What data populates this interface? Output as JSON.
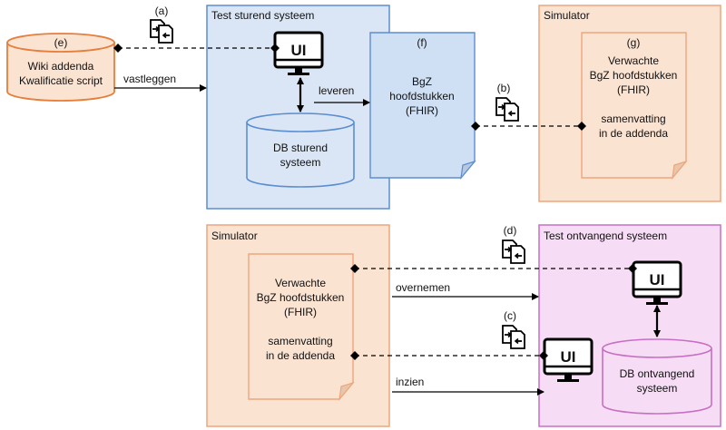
{
  "colors": {
    "test_fill": "#dae6f5",
    "test_stroke": "#5b8ed1",
    "sim_fill": "#fbe3d2",
    "sim_stroke": "#eda67c",
    "recv_fill": "#f6dcf4",
    "recv_stroke": "#c86fc4",
    "wiki_stroke": "#e67e3c",
    "doc_blue_fill": "#cfe0f5",
    "doc_orange_fill": "#fbe3d2"
  },
  "labels": {
    "a": "(a)",
    "b": "(b)",
    "c": "(c)",
    "d": "(d)",
    "e": "(e)",
    "f": "(f)",
    "g": "(g)"
  },
  "wiki": {
    "line1": "Wiki addenda",
    "line2": "Kwalificatie script"
  },
  "test_sturend": {
    "title": "Test sturend systeem",
    "ui": "UI",
    "db_line1": "DB sturend",
    "db_line2": "systeem"
  },
  "doc_f": {
    "line1": "BgZ",
    "line2": "hoofdstukken",
    "line3": "(FHIR)"
  },
  "simulator_top": {
    "title": "Simulator",
    "doc_line1": "Verwachte",
    "doc_line2": "BgZ hoofdstukken",
    "doc_line3": "(FHIR)",
    "doc_line4": "samenvatting",
    "doc_line5": "in de addenda"
  },
  "simulator_bottom": {
    "title": "Simulator",
    "doc_line1": "Verwachte",
    "doc_line2": "BgZ hoofdstukken",
    "doc_line3": "(FHIR)",
    "doc_line4": "samenvatting",
    "doc_line5": "in de addenda"
  },
  "test_ontvangend": {
    "title": "Test ontvangend systeem",
    "ui": "UI",
    "ui2": "UI",
    "db_line1": "DB ontvangend",
    "db_line2": "systeem"
  },
  "arrows": {
    "vastleggen": "vastleggen",
    "leveren": "leveren",
    "overnemen": "overnemen",
    "inzien": "inzien"
  },
  "icons": {
    "exchange": "exchange-icon",
    "monitor": "monitor-icon",
    "database": "database-icon"
  }
}
